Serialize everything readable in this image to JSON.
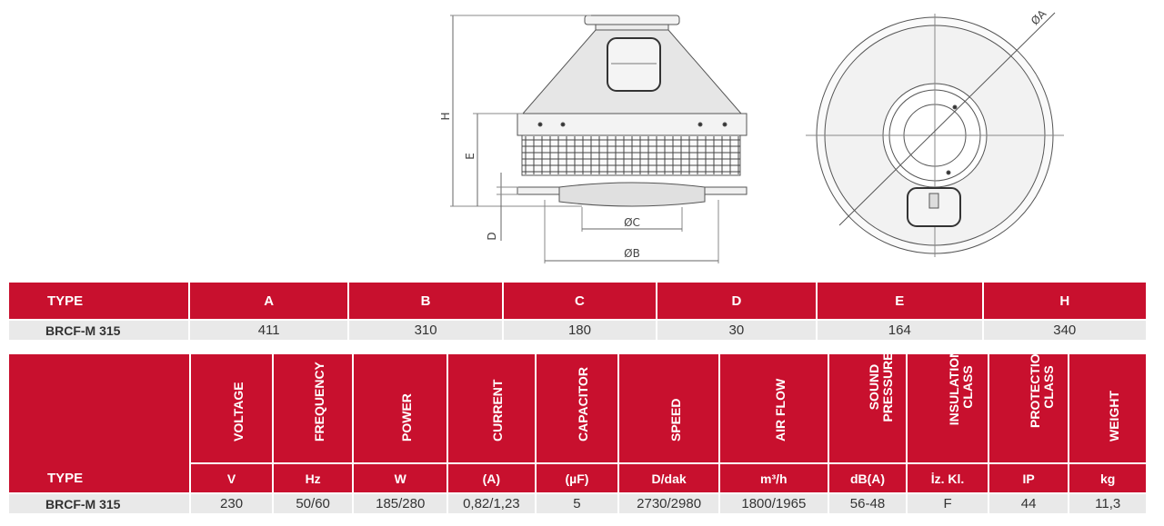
{
  "drawing": {
    "labels": {
      "h": "H",
      "e": "E",
      "d": "D",
      "c": "ØC",
      "b": "ØB",
      "a": "ØA"
    }
  },
  "dimensions_table": {
    "headers": [
      "TYPE",
      "A",
      "B",
      "C",
      "D",
      "E",
      "H"
    ],
    "row": [
      "BRCF-M 315",
      "411",
      "310",
      "180",
      "30",
      "164",
      "340"
    ]
  },
  "electrical_table": {
    "type_label": "TYPE",
    "columns": [
      {
        "name": "VOLTAGE",
        "unit": "V",
        "value": "230"
      },
      {
        "name": "FREQUENCY",
        "unit": "Hz",
        "value": "50/60"
      },
      {
        "name": "POWER",
        "unit": "W",
        "value": "185/280"
      },
      {
        "name": "CURRENT",
        "unit": "(A)",
        "value": "0,82/1,23"
      },
      {
        "name": "CAPACITOR",
        "unit": "(µF)",
        "value": "5"
      },
      {
        "name": "SPEED",
        "unit": "D/dak",
        "value": "2730/2980"
      },
      {
        "name": "AIR FLOW",
        "unit": "m³/h",
        "value": "1800/1965"
      },
      {
        "name": "SOUND PRESSURE",
        "unit": "dB(A)",
        "value": "56-48"
      },
      {
        "name": "INSULATION CLASS",
        "unit": "İz. Kl.",
        "value": "F"
      },
      {
        "name": "PROTECTION CLASS",
        "unit": "IP",
        "value": "44"
      },
      {
        "name": "WEIGHT",
        "unit": "kg",
        "value": "11,3"
      }
    ],
    "type_value": "BRCF-M 315"
  },
  "colors": {
    "header_red": "#c8102e",
    "row_gray": "#e9e9e9"
  }
}
